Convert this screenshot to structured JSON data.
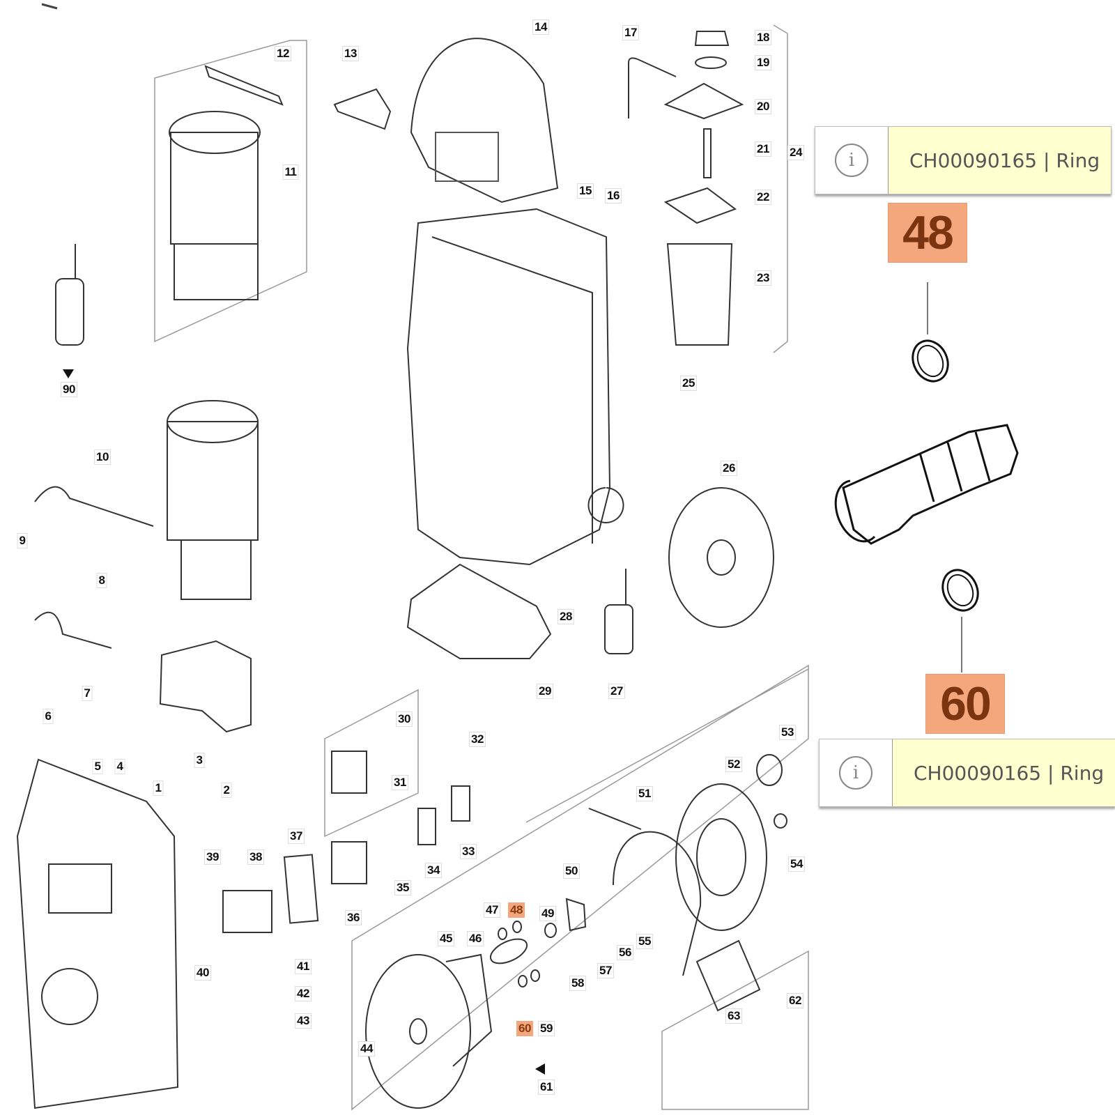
{
  "diagram": {
    "title": "Exploded parts diagram - pressure washer",
    "part_labels": [
      "1",
      "2",
      "3",
      "4",
      "5",
      "6",
      "7",
      "8",
      "9",
      "10",
      "11",
      "12",
      "13",
      "14",
      "15",
      "16",
      "17",
      "18",
      "19",
      "20",
      "21",
      "22",
      "23",
      "24",
      "25",
      "26",
      "27",
      "28",
      "29",
      "30",
      "31",
      "32",
      "33",
      "34",
      "35",
      "36",
      "37",
      "38",
      "39",
      "40",
      "41",
      "42",
      "43",
      "44",
      "45",
      "46",
      "47",
      "48",
      "49",
      "50",
      "51",
      "52",
      "53",
      "54",
      "55",
      "56",
      "57",
      "58",
      "59",
      "60",
      "61",
      "62",
      "63",
      "90"
    ],
    "highlighted_parts": [
      "48",
      "60"
    ],
    "group_bracket_label": "24"
  },
  "callouts": [
    {
      "part": "48",
      "info_text": "CH00090165 | Ring",
      "info_icon": "info-icon"
    },
    {
      "part": "60",
      "info_text": "CH00090165 | Ring",
      "info_icon": "info-icon"
    }
  ],
  "colors": {
    "highlight": "#f4a77c",
    "highlight_text": "#7a3410",
    "info_bg": "#ffffd0"
  }
}
